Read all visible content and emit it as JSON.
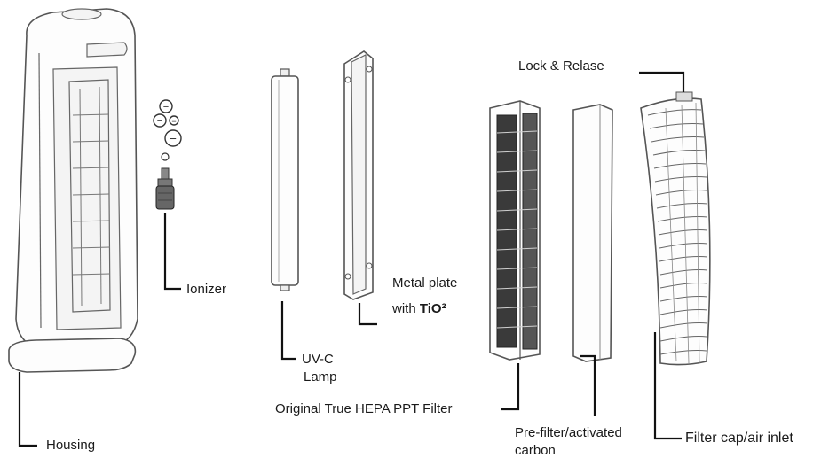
{
  "labels": {
    "housing": "Housing",
    "ionizer": "Ionizer",
    "uvc_line1": "UV-C",
    "uvc_line2": "Lamp",
    "metal_plate_line1": "Metal plate",
    "metal_plate_line2_text": "with ",
    "metal_plate_line2_formula": "TiO²",
    "lock_release": "Lock & Relase",
    "hepa_filter": "Original True HEPA PPT Filter",
    "prefilter_line1": "Pre-filter/activated",
    "prefilter_line2": "carbon",
    "filter_cap": "Filter cap/air inlet"
  },
  "ionizer_symbols": [
    "−",
    "−",
    "−",
    "−"
  ]
}
